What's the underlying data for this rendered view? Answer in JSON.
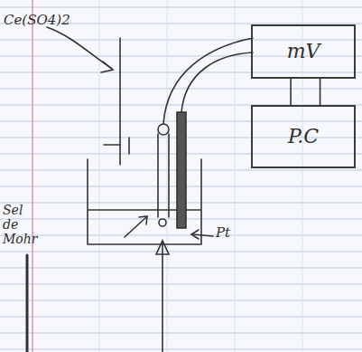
{
  "diagram": {
    "nodes": [
      {
        "text": [
          "mV"
        ]
      },
      {
        "text": [
          "P.C"
        ]
      }
    ],
    "edges": [
      {
        "from": 0,
        "to": 1,
        "arrow": "none"
      }
    ],
    "labels": [
      "Ce(SO4)2",
      "Sel de Mohr",
      "Pt"
    ]
  }
}
